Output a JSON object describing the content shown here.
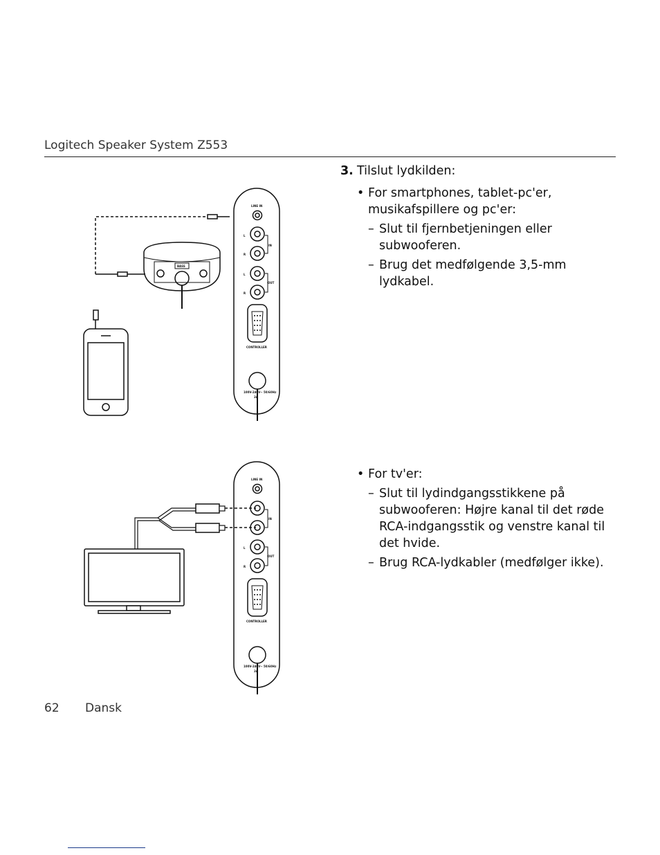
{
  "header": {
    "title": "Logitech Speaker System Z553"
  },
  "step3": {
    "number": "3.",
    "title": "Tilslut lydkilden:",
    "bullet1": {
      "text": "For smartphones, tablet-pc'er, musikafspillere og pc'er:",
      "dash1": "Slut til fjernbetjeningen eller subwooferen.",
      "dash2": "Brug det medfølgende 3,5-mm lydkabel."
    },
    "bullet2": {
      "text": "For tv'er:",
      "dash1": "Slut til lydindgangsstikkene på subwooferen: Højre kanal til det røde RCA-indgangsstik og venstre kanal til det hvide.",
      "dash2": "Brug RCA-lydkabler (medfølger ikke)."
    }
  },
  "panel_labels": {
    "line_in": "LINE IN",
    "l": "L",
    "r": "R",
    "in": "IN",
    "out": "OUT",
    "controller": "CONTROLLER",
    "power": "100V-240V~ 50/60Hz",
    "power2": "2A",
    "bass": "BASS"
  },
  "footer": {
    "page": "62",
    "language": "Dansk"
  }
}
